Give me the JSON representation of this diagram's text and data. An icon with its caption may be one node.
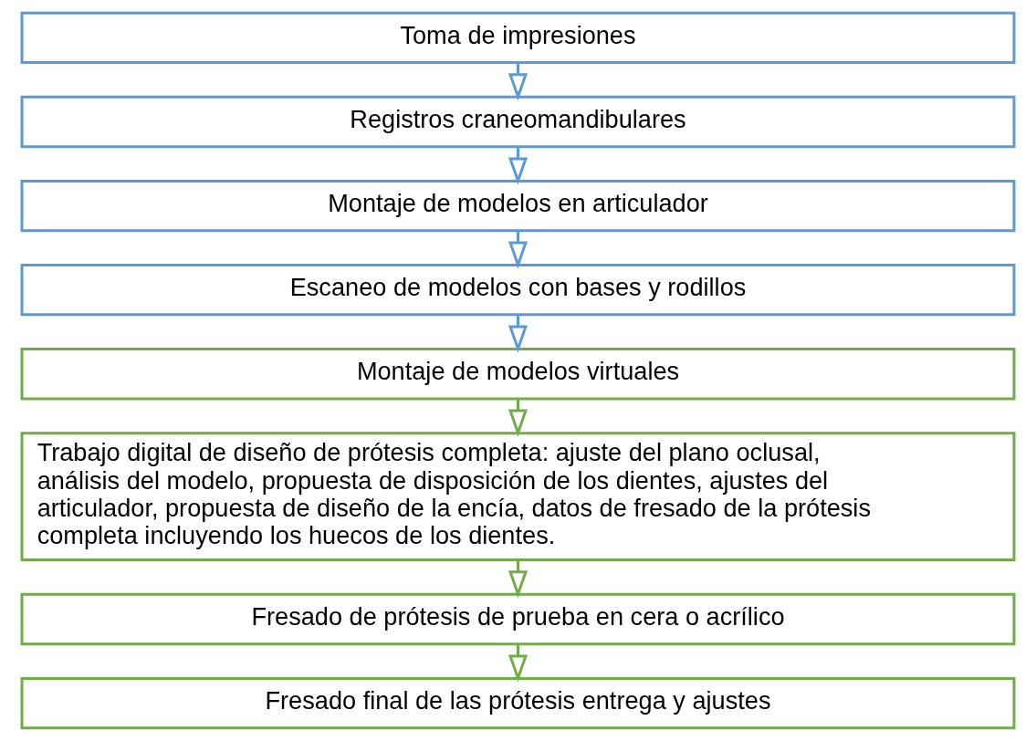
{
  "diagram": {
    "nodes": [
      {
        "text": [
          "Toma de impresiones"
        ]
      },
      {
        "text": [
          "Registros craneomandibulares"
        ]
      },
      {
        "text": [
          "Montaje de modelos en articulador"
        ]
      },
      {
        "text": [
          "Escaneo de modelos con bases y rodillos"
        ]
      },
      {
        "text": [
          "Montaje de modelos virtuales"
        ]
      },
      {
        "text": [
          "Trabajo digital de diseño de prótesis completa: ajuste del plano oclusal, análisis del modelo, propuesta de disposición de los dientes, ajustes del articulador, propuesta de diseño de la encía, datos de fresado de la prótesis completa incluyendo los huecos de los dientes."
        ]
      },
      {
        "text": [
          "Fresado de prótesis de prueba en cera o acrílico"
        ]
      },
      {
        "text": [
          "Fresado final de las prótesis entrega y ajustes"
        ]
      }
    ],
    "edges": [
      {
        "from": 0,
        "to": 1,
        "arrow": "to"
      },
      {
        "from": 1,
        "to": 2,
        "arrow": "to"
      },
      {
        "from": 2,
        "to": 3,
        "arrow": "to"
      },
      {
        "from": 3,
        "to": 4,
        "arrow": "to"
      },
      {
        "from": 4,
        "to": 5,
        "arrow": "to",
        "color": "#70ad47"
      },
      {
        "from": 5,
        "to": 6,
        "arrow": "to",
        "color": "#70ad47"
      },
      {
        "from": 6,
        "to": 7,
        "arrow": "to",
        "color": "#70ad47"
      }
    ]
  }
}
